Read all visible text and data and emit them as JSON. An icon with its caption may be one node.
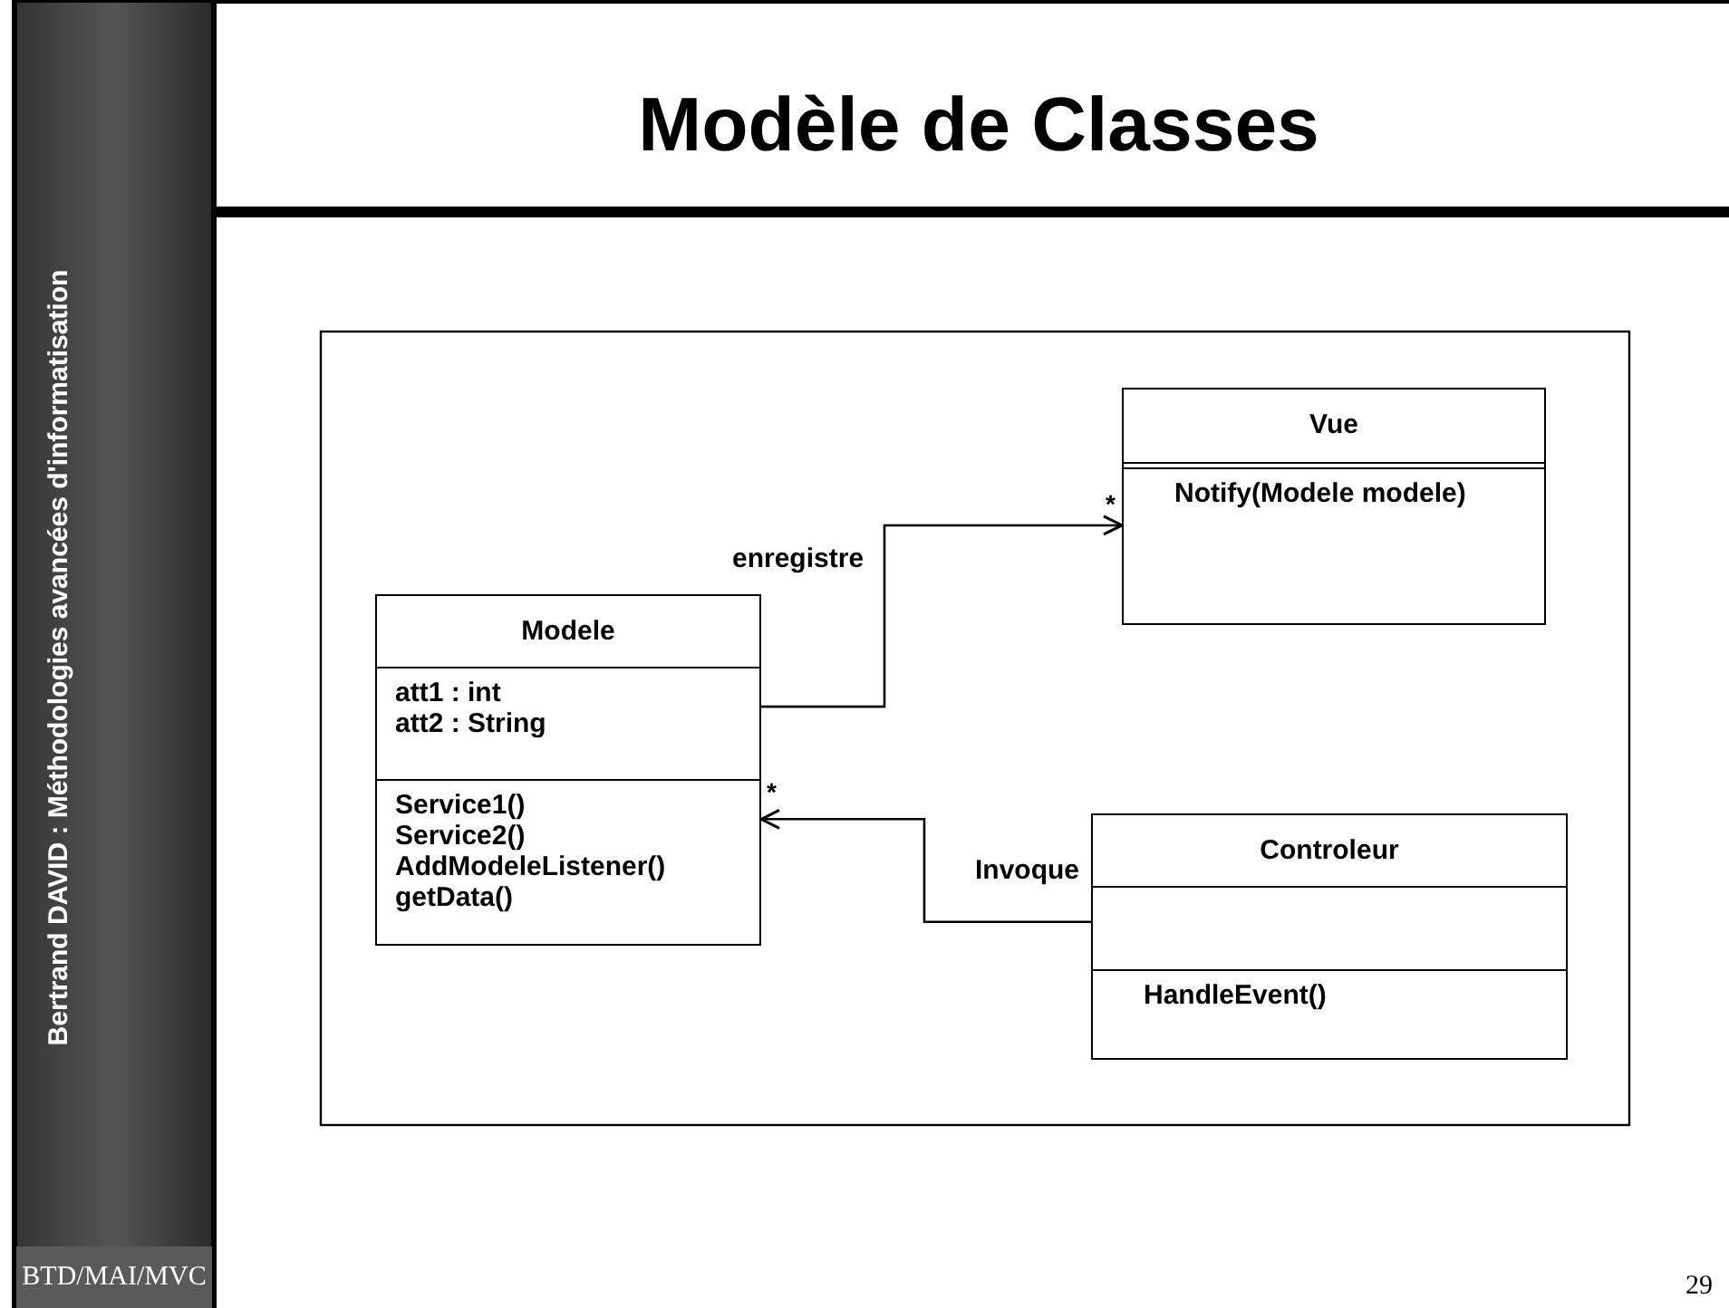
{
  "diagram": {
    "title": "Modèle de Classes",
    "nodes": [
      {
        "text": [
          "Vue",
          "Notify(Modele modele)"
        ]
      },
      {
        "text": [
          "Modele",
          "att1 : int",
          "att2 : String",
          "Service1()",
          "Service2()",
          "AddModeleListener()",
          "getData()"
        ]
      },
      {
        "text": [
          "Controleur",
          "HandleEvent()"
        ]
      }
    ],
    "edges": [
      {
        "from": 1,
        "to": 0,
        "arrow": "to",
        "label": "enregistre"
      },
      {
        "from": 2,
        "to": 1,
        "arrow": "to",
        "label": "Invoque"
      }
    ],
    "labels": [
      "Bertrand DAVID : Méthodologies avancées d'informatisation",
      "*",
      "*",
      "BTD/MAI/MVC",
      "29"
    ]
  }
}
